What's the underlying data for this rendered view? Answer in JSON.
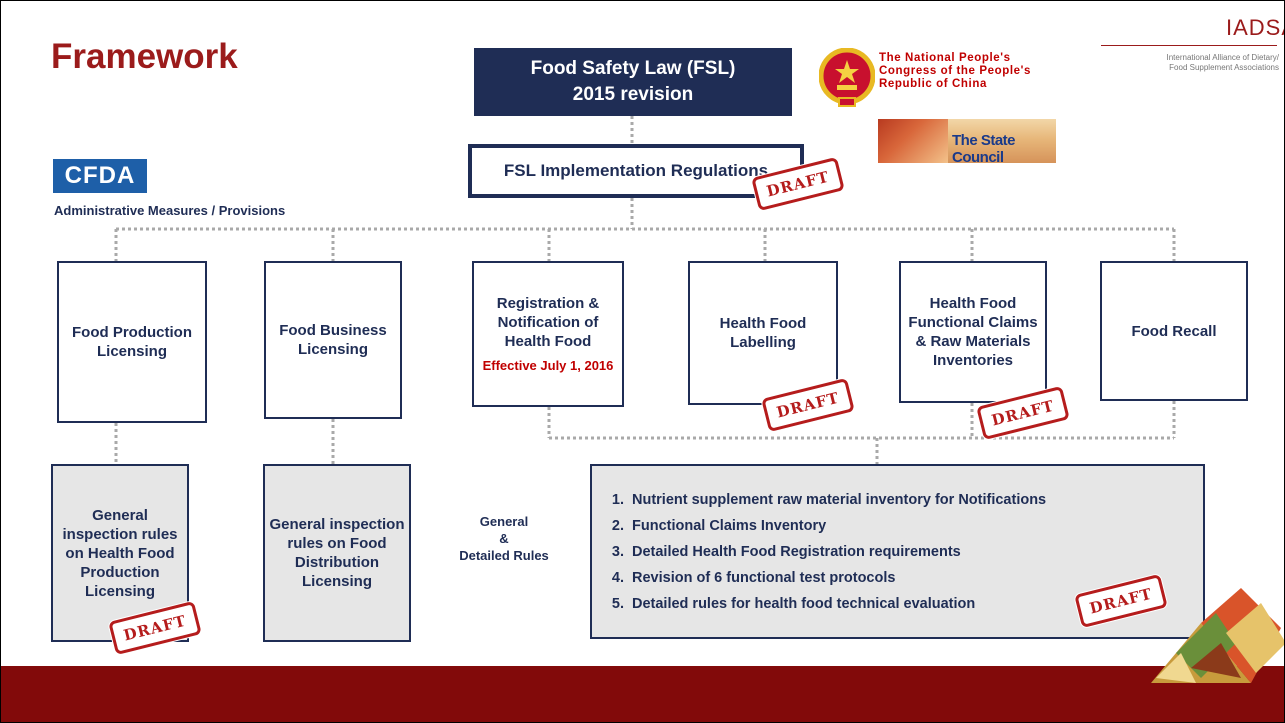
{
  "title": "Framework",
  "fsl": {
    "line1": "Food Safety Law (FSL)",
    "line2": "2015 revision"
  },
  "npc": {
    "line1": "The National People's",
    "line2": "Congress of the People's",
    "line3": "Republic of China"
  },
  "iadsa": {
    "logo": "IADSA",
    "line1": "International Alliance of Dietary/",
    "line2": "Food Supplement Associations"
  },
  "implementation": "FSL Implementation Regulations",
  "state_council": "The State Council",
  "cfda": {
    "logo": "CFDA",
    "label": "Administrative Measures / Provisions"
  },
  "measures": [
    {
      "label": "Food Production Licensing"
    },
    {
      "label": "Food Business Licensing"
    },
    {
      "label": "Registration & Notification of Health Food",
      "effective": "Effective July 1, 2016"
    },
    {
      "label": "Health Food Labelling"
    },
    {
      "label": "Health Food Functional Claims & Raw Materials Inventories"
    },
    {
      "label": "Food Recall"
    }
  ],
  "inspection": [
    "General inspection rules on Health Food Production Licensing",
    "General inspection rules on Food Distribution Licensing"
  ],
  "general_rules": {
    "line1": "General",
    "line2": "&",
    "line3": "Detailed Rules"
  },
  "rules": [
    "Nutrient supplement raw material inventory for Notifications",
    "Functional Claims Inventory",
    "Detailed Health Food Registration requirements",
    "Revision of 6 functional test protocols",
    "Detailed rules for health food technical evaluation"
  ],
  "draft_label": "DRAFT",
  "colors": {
    "title": "#9b1b1b",
    "navy": "#1f2d55",
    "draft": "#b51c1c",
    "bottom_bar": "#820a0a"
  }
}
